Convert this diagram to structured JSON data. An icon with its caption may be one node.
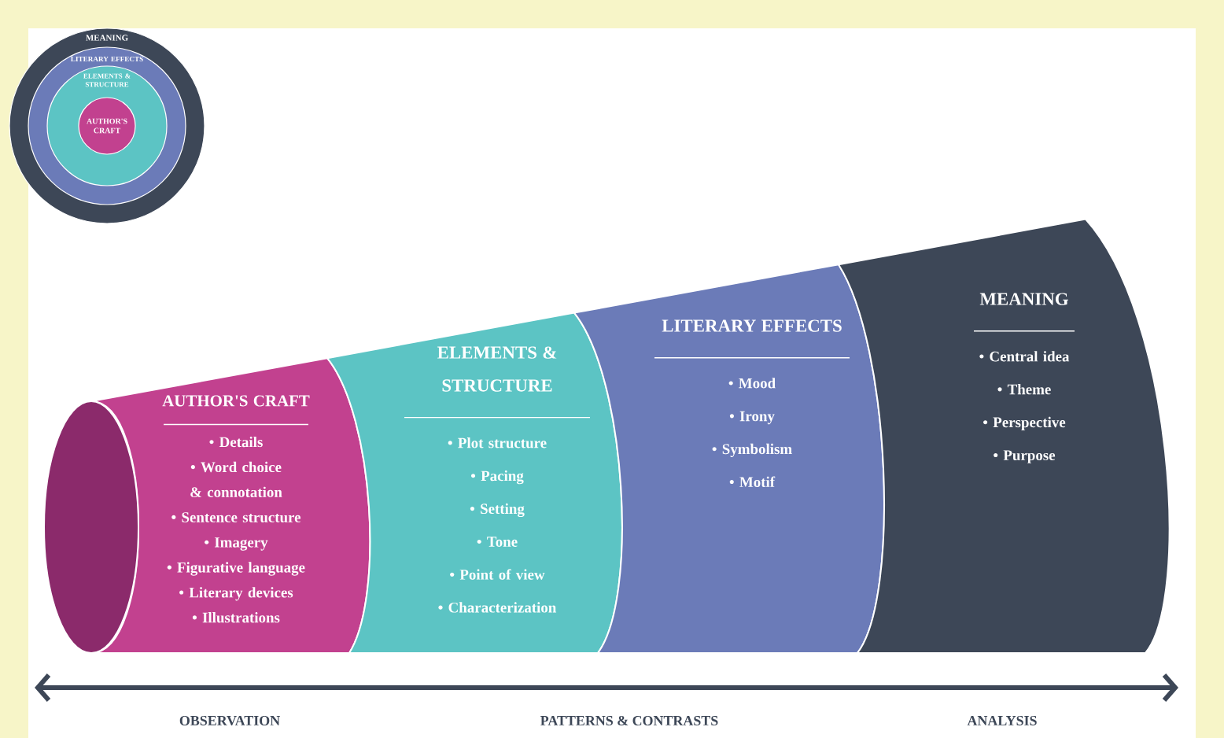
{
  "diagram": {
    "nodes": [
      {
        "text": [
          "MEANING"
        ]
      },
      {
        "text": [
          "LITERARY EFFECTS"
        ],
        "in": 0
      },
      {
        "text": [
          "ELEMENTS & STRUCTURE"
        ],
        "in": 1
      },
      {
        "text": [
          "AUTHOR'S CRAFT"
        ],
        "in": 2
      },
      {
        "text": [
          "AUTHOR'S CRAFT",
          "• Details",
          "• Word choice & connotation",
          "• Sentence structure",
          "• Imagery",
          "• Figurative language",
          "• Literary devices",
          "• Illustrations"
        ]
      },
      {
        "text": [
          "ELEMENTS & STRUCTURE",
          "• Plot structure",
          "• Pacing",
          "• Setting",
          "• Tone",
          "• Point of view",
          "• Characterization"
        ]
      },
      {
        "text": [
          "LITERARY EFFECTS",
          "• Mood",
          "• Irony",
          "• Symbolism",
          "• Motif"
        ]
      },
      {
        "text": [
          "MEANING",
          "• Central idea",
          "• Theme",
          "• Perspective",
          "• Purpose"
        ]
      }
    ],
    "labels": [
      "OBSERVATION",
      "PATTERNS & CONTRASTS",
      "ANALYSIS"
    ]
  }
}
